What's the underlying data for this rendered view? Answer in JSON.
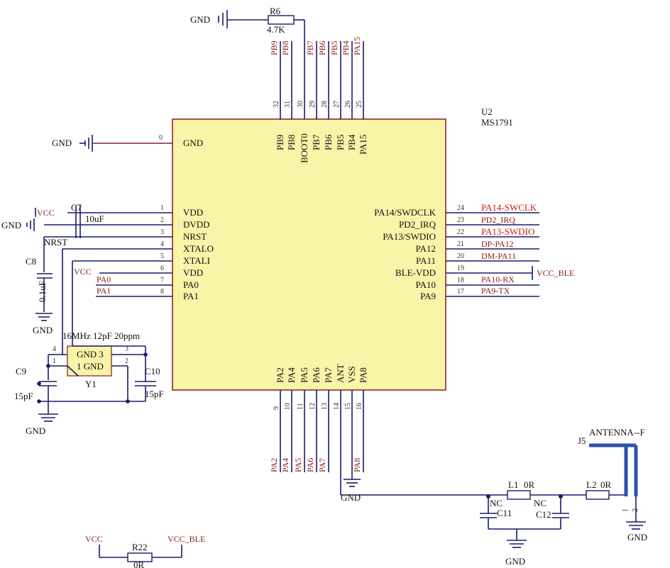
{
  "chip": {
    "ref": "U2",
    "part": "MS1791",
    "left_pins": [
      {
        "num": "0",
        "name": "GND"
      },
      {
        "num": "1",
        "name": "VDD"
      },
      {
        "num": "2",
        "name": "DVDD"
      },
      {
        "num": "3",
        "name": "NRST"
      },
      {
        "num": "4",
        "name": "XTALO"
      },
      {
        "num": "5",
        "name": "XTALI"
      },
      {
        "num": "6",
        "name": "VDD"
      },
      {
        "num": "7",
        "name": "PA0"
      },
      {
        "num": "8",
        "name": "PA1"
      }
    ],
    "top_pins": [
      {
        "num": "32",
        "name": "PB9"
      },
      {
        "num": "31",
        "name": "PB8"
      },
      {
        "num": "30",
        "name": "BOOT0"
      },
      {
        "num": "29",
        "name": "PB7"
      },
      {
        "num": "28",
        "name": "PB6"
      },
      {
        "num": "27",
        "name": "PB5"
      },
      {
        "num": "26",
        "name": "PB4"
      },
      {
        "num": "25",
        "name": "PA15"
      }
    ],
    "right_pins": [
      {
        "num": "24",
        "name": "PA14/SWDCLK"
      },
      {
        "num": "23",
        "name": "PD2_IRQ"
      },
      {
        "num": "22",
        "name": "PA13/SWDIO"
      },
      {
        "num": "21",
        "name": "PA12"
      },
      {
        "num": "20",
        "name": "PA11"
      },
      {
        "num": "19",
        "name": "BLE-VDD"
      },
      {
        "num": "18",
        "name": "PA10"
      },
      {
        "num": "17",
        "name": "PA9"
      }
    ],
    "bottom_pins": [
      {
        "num": "9",
        "name": "PA2"
      },
      {
        "num": "10",
        "name": "PA4"
      },
      {
        "num": "11",
        "name": "PA5"
      },
      {
        "num": "12",
        "name": "PA6"
      },
      {
        "num": "13",
        "name": "PA7"
      },
      {
        "num": "14",
        "name": "ANT"
      },
      {
        "num": "15",
        "name": "VSS"
      },
      {
        "num": "16",
        "name": "PA8"
      }
    ]
  },
  "top_nets": [
    "PB9",
    "PB8",
    "PB7",
    "PB6",
    "PB5",
    "PB4",
    "PA15"
  ],
  "bottom_nets": [
    "PA2",
    "PA4",
    "PA5",
    "PA6",
    "PA7",
    "PA8"
  ],
  "right_nets": [
    "PA14-SWCLK",
    "PD2_IRQ",
    "PA13-SWDIO",
    "DP-PA12",
    "DM-PA11",
    "PA10-RX",
    "PA9-TX"
  ],
  "labels": {
    "gnd": "GND",
    "vcc": "VCC",
    "vcc_ble": "VCC_BLE",
    "nrst": "NRST",
    "pa0": "PA0",
    "pa1": "PA1",
    "r6": "R6",
    "r6_val": "4.7K",
    "c7": "C7",
    "c7_val": "10uF",
    "c8": "C8",
    "c8_val": "0.1uF",
    "c9": "C9",
    "c9_val": "15pF",
    "c10": "C10",
    "c10_val": "15pF",
    "crystal_spec": "16MHz 12pF 20ppm",
    "y1": "Y1",
    "y1_pin3": "GND 3",
    "y1_pin1": "1 GND",
    "xpin4": "4",
    "xpin1": "1",
    "xpin3": "3",
    "xpin2": "2",
    "l1": "L1",
    "l1_val": "0R",
    "l2": "L2",
    "l2_val": "0R",
    "c11": "C11",
    "c12": "C12",
    "nc": "NC",
    "j5": "J5",
    "antenna": "ANTENNA--F",
    "j5_pin1": "1",
    "j5_pin2": "2",
    "r22": "R22",
    "r22_val": "0R"
  },
  "colors": {
    "chip_fill": "#f8f4a8",
    "chip_stroke": "#8b1a1a",
    "wire": "#1a1a6e",
    "net_label": "#8b1a1a",
    "highlight_net": "#d01818",
    "antenna": "#2b4fb5"
  }
}
